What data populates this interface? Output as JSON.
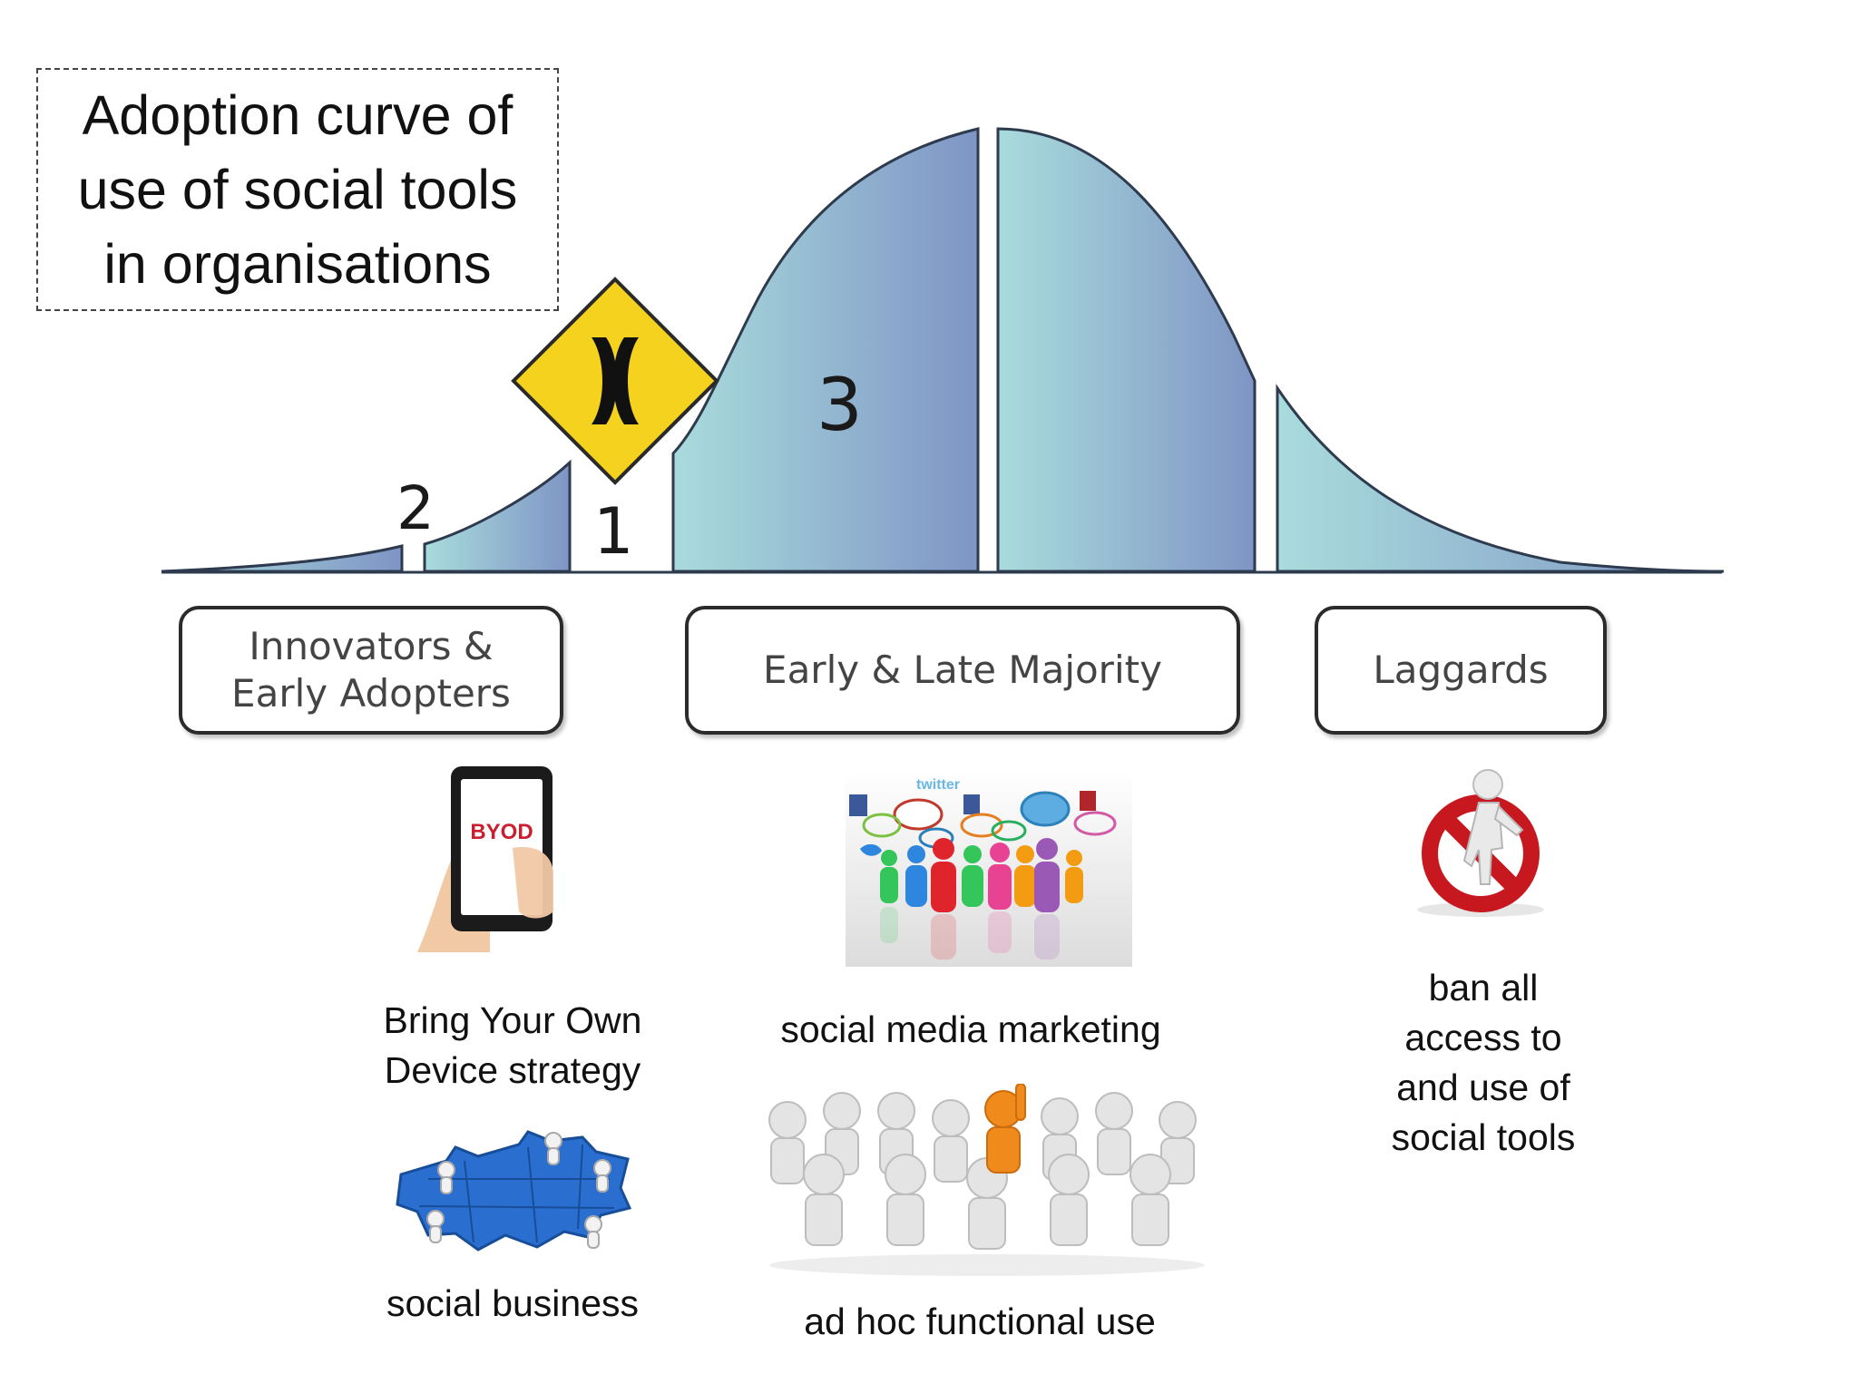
{
  "title": "Adoption curve of\nuse of social tools\nin organisations",
  "curve": {
    "markers": [
      "1",
      "2",
      "3"
    ]
  },
  "segments": [
    {
      "label": "Innovators &\nEarly Adopters"
    },
    {
      "label": "Early & Late Majority"
    },
    {
      "label": "Laggards"
    }
  ],
  "items": {
    "byod_image_text": "BYOD",
    "byod": "Bring Your Own\nDevice strategy",
    "social_business": "social business",
    "social_media_marketing": "social media marketing",
    "ad_hoc": "ad hoc functional use",
    "ban": "ban all\naccess to\nand use of\nsocial tools"
  },
  "colors": {
    "curve_light": "#a9dcdc",
    "curve_dark": "#7f95c5",
    "sign_yellow": "#f4d21e",
    "puzzle_blue": "#2a6fcf",
    "no_sign_red": "#c7181f",
    "highlight_orange": "#f08a1c"
  }
}
